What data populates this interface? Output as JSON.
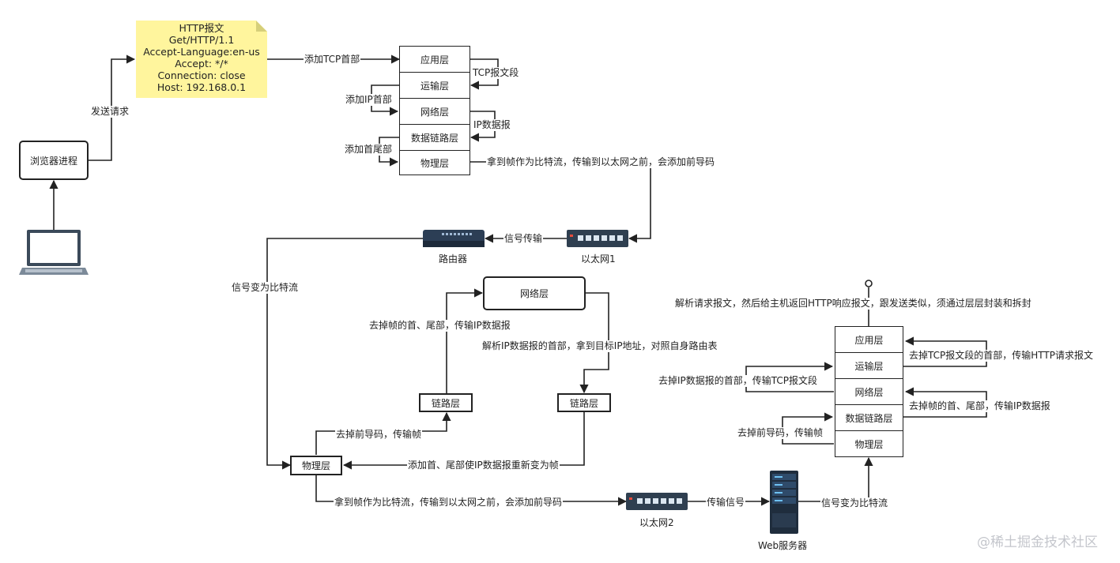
{
  "note": {
    "lines": [
      "HTTP报文",
      "Get/HTTP/1.1",
      "Accept-Language:en-us",
      "Accept: */*",
      "Connection: close",
      "Host: 192.168.0.1"
    ]
  },
  "browser": {
    "label": "浏览器进程",
    "send_label": "发送请求"
  },
  "client_stack": {
    "layers": [
      "应用层",
      "运输层",
      "网络层",
      "数据链路层",
      "物理层"
    ],
    "add_tcp": "添加TCP首部",
    "tcp_segment": "TCP报文段",
    "add_ip": "添加IP首部",
    "ip_datagram": "IP数据报",
    "add_head_tail": "添加首尾部",
    "physical_note": "拿到帧作为比特流，传输到以太网之前，会添加前导码"
  },
  "network": {
    "ethernet1": "以太网1",
    "signal_transfer": "信号传输",
    "router": "路由器",
    "signal_to_bits": "信号变为比特流"
  },
  "router_stack": {
    "network_layer": "网络层",
    "link_left": "链路层",
    "link_right": "链路层",
    "physical": "物理层",
    "remove_frame": "去掉帧的首、尾部，传输IP数据报",
    "parse_ip": "解析IP数据报的首部，拿到目标IP地址，对照自身路由表",
    "remove_preamble": "去掉前导码，传输帧",
    "re_frame": "添加首、尾部使IP数据报重新变为帧",
    "physical_note": "拿到帧作为比特流，传输到以太网之前，会添加前导码"
  },
  "server_side": {
    "ethernet2": "以太网2",
    "transfer_signal": "传输信号",
    "server_name": "Web服务器",
    "signal_to_bits": "信号变为比特流"
  },
  "server_stack": {
    "layers": [
      "应用层",
      "运输层",
      "网络层",
      "数据链路层",
      "物理层"
    ],
    "parse_note": "解析请求报文，然后给主机返回HTTP响应报文，跟发送类似，须通过层层封装和拆封",
    "remove_tcp": "去掉TCP报文段的首部，传输HTTP请求报文",
    "remove_ip": "去掉IP数据报的首部，传输TCP报文段",
    "remove_frame": "去掉帧的首、尾部，传输IP数据报",
    "remove_preamble": "去掉前导码，传输帧"
  },
  "watermark": "@稀土掘金技术社区"
}
